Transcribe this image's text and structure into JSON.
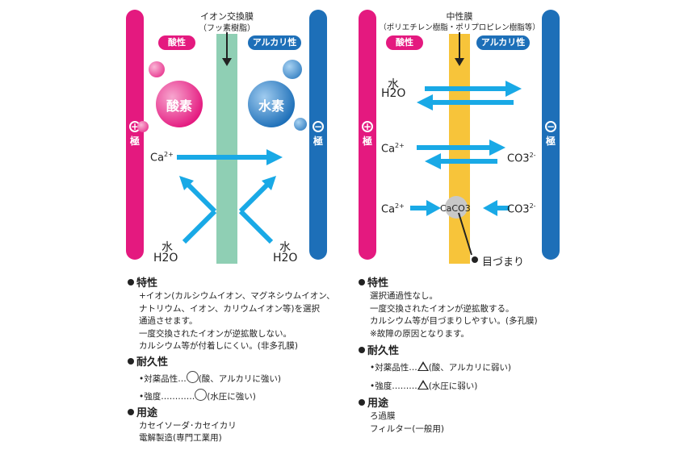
{
  "left": {
    "membrane_title": "イオン交換膜",
    "membrane_sub": "（フッ素樹脂）",
    "acid_pill": "酸性",
    "alkali_pill": "アルカリ性",
    "oxygen_label": "酸素",
    "hydrogen_label": "水素",
    "plus_pole": "極",
    "minus_pole": "極",
    "ion_ca": "Ca",
    "water_left_kanji": "水",
    "water_left_formula": "H2O",
    "water_right_kanji": "水",
    "water_right_formula": "H2O"
  },
  "right": {
    "membrane_title": "中性膜",
    "membrane_sub": "（ポリエチレン樹脂・ポリプロピレン樹脂等）",
    "acid_pill": "酸性",
    "alkali_pill": "アルカリ性",
    "plus_pole": "極",
    "minus_pole": "極",
    "water_kanji": "水",
    "water_formula": "H2O",
    "ion_ca_1": "Ca",
    "ion_co3_1": "CO3",
    "ion_ca_2": "Ca",
    "ion_co3_2": "CO3",
    "caco3": "CaCO3",
    "clog_label": "目づまり"
  },
  "colors": {
    "positive_electrode": "#e4197f",
    "negative_electrode": "#1d6fb8",
    "ion_exchange_membrane": "#8fcfb4",
    "neutral_membrane": "#f7c43a",
    "arrow": "#19a9e6"
  },
  "left_text": {
    "h1": "特性",
    "l1": "+イオン(カルシウムイオン、マグネシウムイオン、",
    "l2": "ナトリウム、イオン、カリウムイオン等)を選択",
    "l3": "通過させます。",
    "l4": "一度交換されたイオンが逆拡散しない。",
    "l5": "カルシウム等が付着しにくい。(非多孔膜)",
    "h2": "耐久性",
    "d1a": "•対薬品性…",
    "d1b": "(酸、アルカリに強い)",
    "d2a": "•強度…………",
    "d2b": "(水圧に強い)",
    "h3": "用途",
    "u1": "カセイソーダ･カセイカリ",
    "u2": "電解製造(専門工業用)"
  },
  "right_text": {
    "h1": "特性",
    "l1": "選択通過性なし。",
    "l2": "一度交換されたイオンが逆拡散する。",
    "l3": "カルシウム等が目づまりしやすい。(多孔膜)",
    "l4": "※故障の原因となります。",
    "h2": "耐久性",
    "d1a": "•対薬品性…",
    "d1b": "(酸、アルカリに弱い)",
    "d2a": "•強度………",
    "d2b": "(水圧に弱い)",
    "h3": "用途",
    "u1": "ろ過膜",
    "u2": "フィルター(一般用)"
  }
}
